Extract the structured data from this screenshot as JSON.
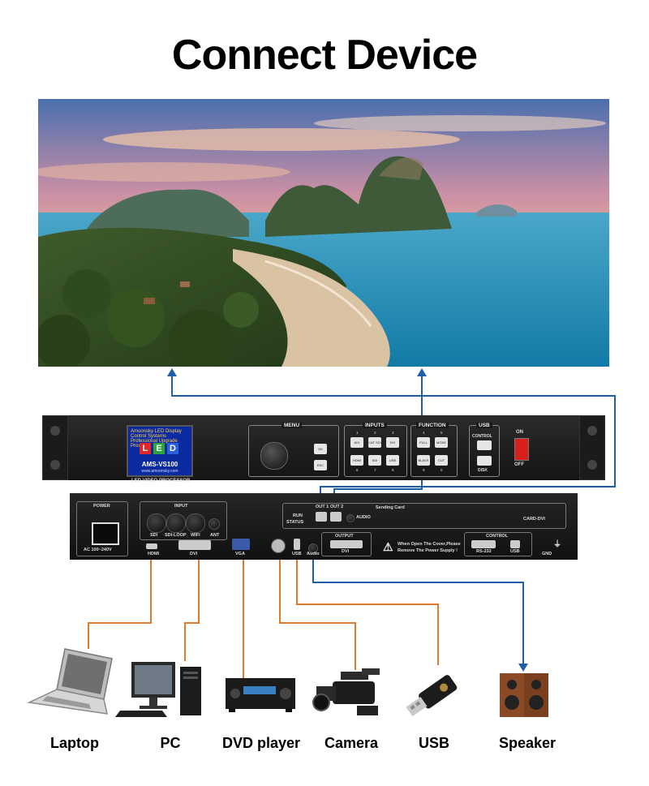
{
  "title": "Connect Device",
  "front_panel": {
    "lcd_top": "Amoonsky  LED Display Control Systems  Professional Upgrade Provider",
    "led_letters": [
      "L",
      "E",
      "D"
    ],
    "model": "AMS-VS100",
    "url": "www.amoonsky.com",
    "sublabel": "LED VIDEO PROCESSOR",
    "menu_label": "MENU",
    "menu_keys": [
      "OK",
      "ESC"
    ],
    "inputs_label": "INPUTS",
    "input_keys": [
      "AV1",
      "CAT SDI",
      "DVI",
      "HDMI",
      "SDI WIFI",
      "USB"
    ],
    "input_numbers": [
      "1",
      "2",
      "3",
      "6",
      "7",
      "8"
    ],
    "function_label": "FUNCTION",
    "function_keys": [
      "FULL PART",
      "MODE",
      "BLACK",
      "CUT"
    ],
    "function_numbers": [
      "4",
      "5",
      "9",
      "0"
    ],
    "usb_label": "USB",
    "control_label": "CONTROL",
    "disk_label": "DISK",
    "on_label": "ON",
    "off_label": "OFF"
  },
  "back_panel": {
    "power_label": "POWER",
    "power_rating": "AC 100~240V",
    "input_label": "INPUT",
    "sdi": "SDI",
    "sdi_loop": "SDI-LOOP",
    "wifi": "WIFI",
    "ant": "ANT",
    "hdmi": "HDMI",
    "dvi_in": "DVI",
    "vga": "VGA",
    "usb": "USB",
    "audio_in": "Audio",
    "sending_card": "Sending Card",
    "run": "RUN",
    "status": "STATUS",
    "out1": "OUT 1",
    "out2": "OUT 2",
    "audio": "AUDIO",
    "card_dvi": "CARD-DVI",
    "output_label": "OUTPUT",
    "dvi_out": "DVI",
    "warning_line1": "When Open The Cover,Please",
    "warning_line2": "Remove The Power Supply !",
    "control_label": "CONTROL",
    "rs232": "RS-232",
    "usb_port": "USB",
    "gnd": "GND"
  },
  "devices": [
    {
      "label": "Laptop",
      "icon": "laptop-icon"
    },
    {
      "label": "PC",
      "icon": "desktop-pc-icon"
    },
    {
      "label": "DVD player",
      "icon": "dvd-player-icon"
    },
    {
      "label": "Camera",
      "icon": "video-camera-icon"
    },
    {
      "label": "USB",
      "icon": "usb-drive-icon"
    },
    {
      "label": "Speaker",
      "icon": "speaker-icon"
    }
  ],
  "colors": {
    "input_wire": "#e07a2c",
    "output_wire": "#1f5fa8",
    "processor_body": "#1a1a1a",
    "power_switch": "#d8201c"
  }
}
